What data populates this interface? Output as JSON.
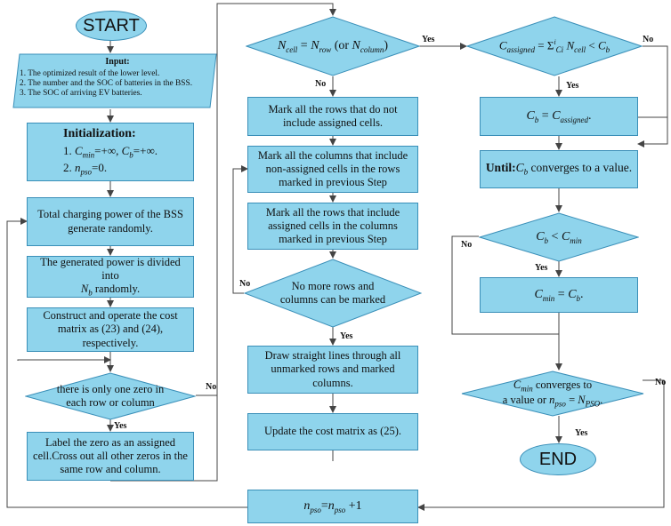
{
  "start": "START",
  "end": "END",
  "input": {
    "title": "Input:",
    "lines": [
      "1. The optimized result of the lower level.",
      "2. The number and the SOC of batteries in the BSS.",
      "3.  The SOC of arriving EV batteries."
    ]
  },
  "init": {
    "title": "Initialization:",
    "line1": "1. C_min=+∞, C_b=+∞.",
    "line2": "2. n_pso=0."
  },
  "total_power": "Total charging power of the BSS generate randomly.",
  "divided": "The generated power is divided into N_b randomly.",
  "construct": "Construct and operate the cost matrix as (23) and (24), respectively.",
  "only_one_zero": "there is only one zero in each row or column",
  "label_zero": "Label the zero as an assigned cell.Cross out all other zeros in the same row and column.",
  "npso_update": "n_pso=n_pso +1",
  "ncell_cond": "N_cell = N_row (or N_column)",
  "mark_rows": "Mark all the rows that do not include assigned cells.",
  "mark_cols": "Mark all the columns that include non-assigned cells in the rows marked in previous Step",
  "mark_rows2": "Mark all the rows that include assigned cells in the columns marked in previous Step",
  "no_more": "No more rows and columns can be marked",
  "draw_lines": "Draw straight lines through all unmarked rows and marked columns.",
  "update_cost": "Update the cost matrix as (25).",
  "c_assigned_cond": "C_assigned = Σ^i_Ci N_cell < C_b",
  "cb_assign": "C_b = C_assigned.",
  "until": "Until:C_b converges to a value.",
  "cb_less": "C_b < C_min",
  "cmin_assign": "C_min = C_b.",
  "converge": "C_min converges to a value or n_pso = N_PSO.",
  "labels": {
    "yes": "Yes",
    "no": "No"
  }
}
